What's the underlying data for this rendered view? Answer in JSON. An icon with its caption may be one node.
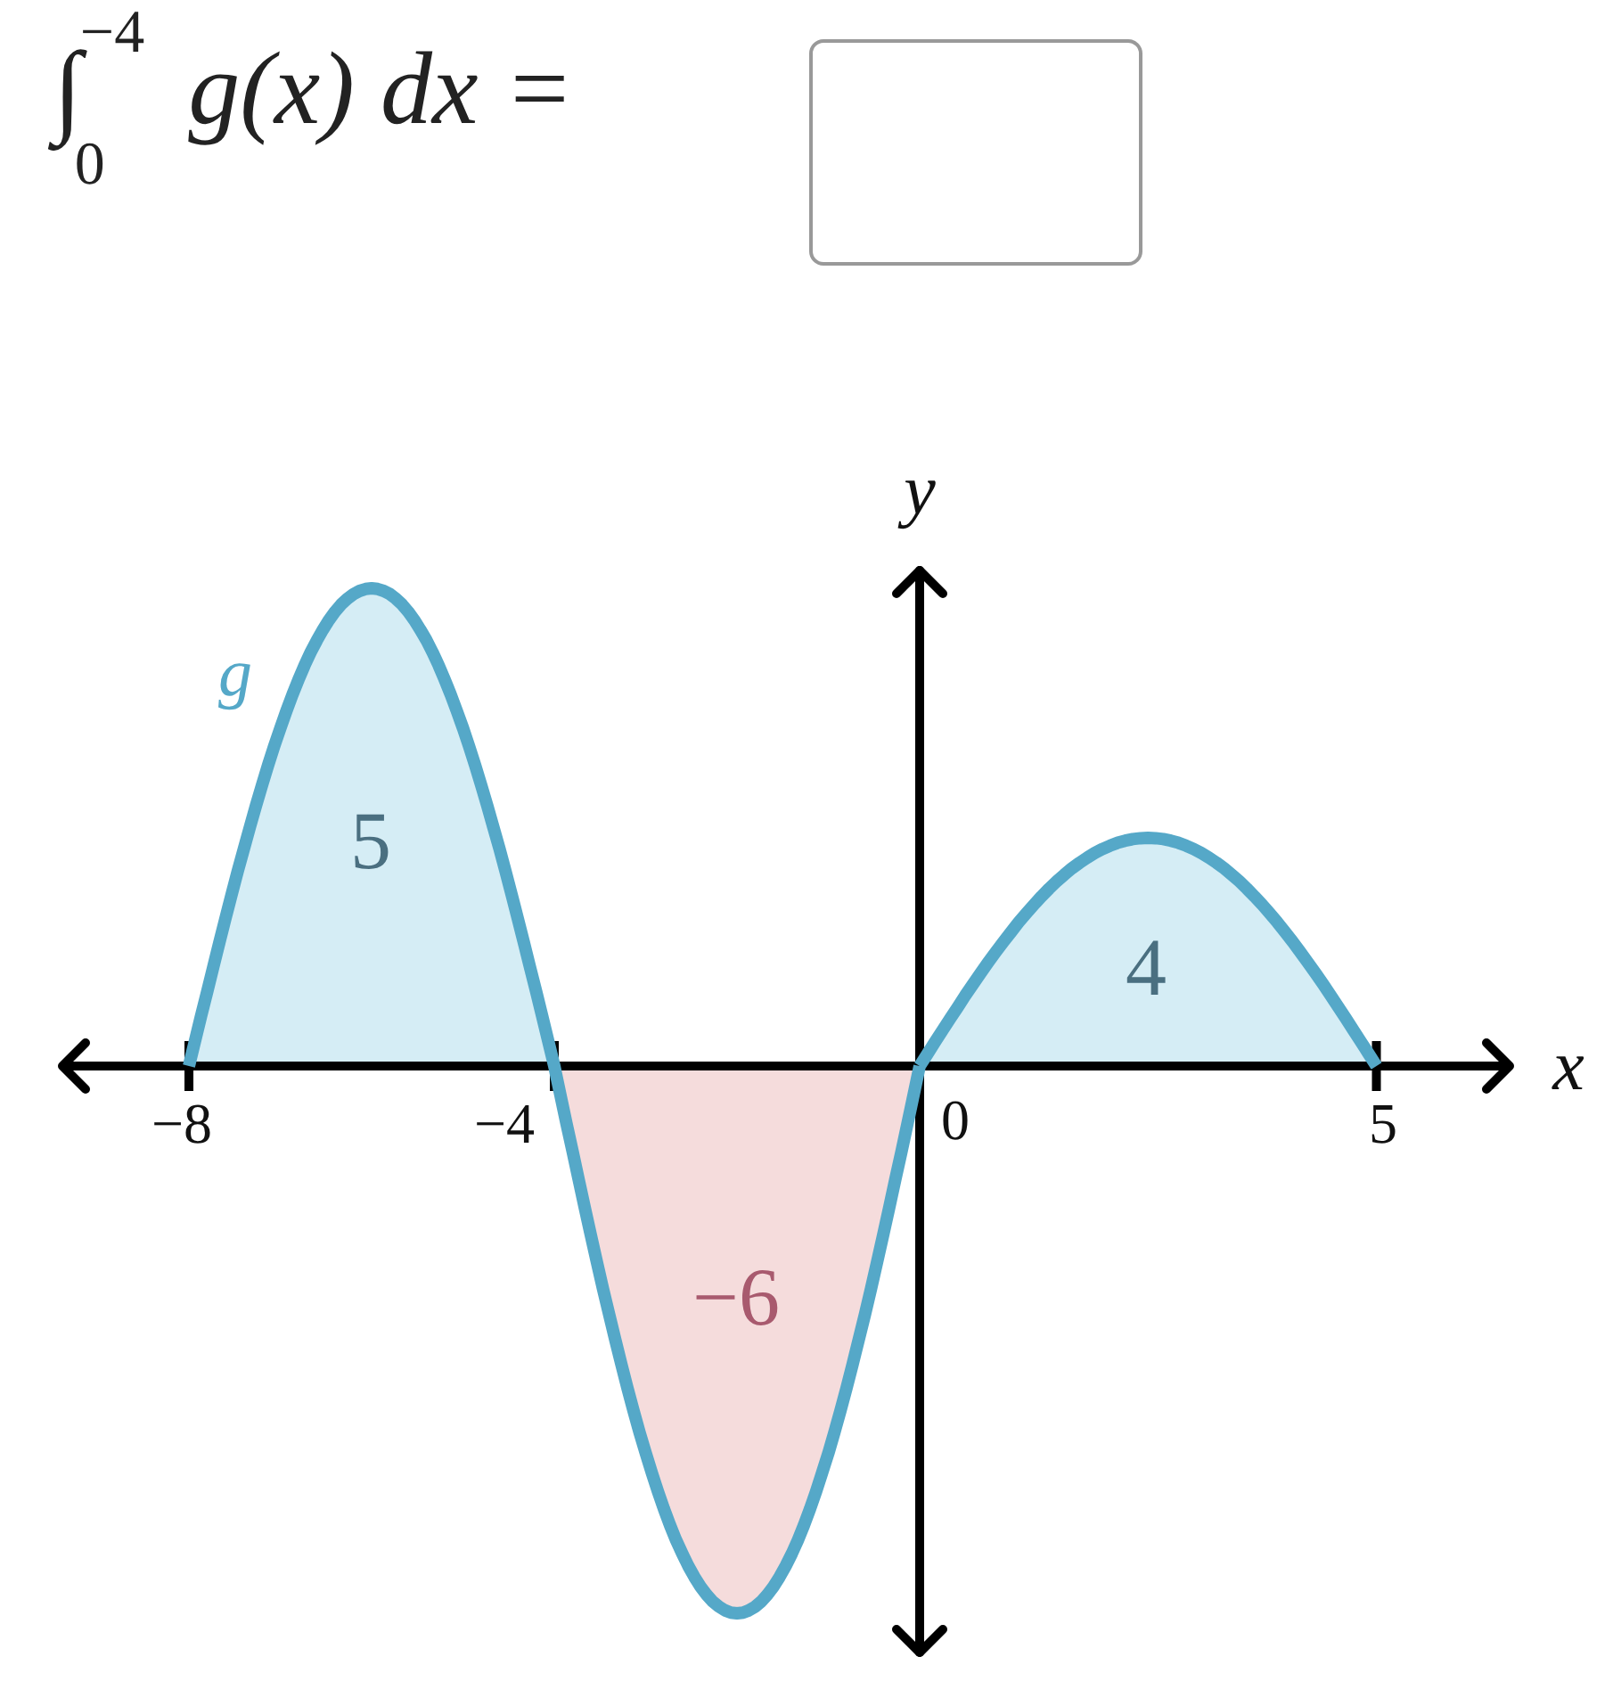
{
  "diagram": {
    "labels": [
      "∫$_{0}$$^{−4}$ g(x) dx =",
      "y",
      "g",
      "5",
      "4",
      "−6",
      "−8",
      "−4",
      "0",
      "5",
      "x"
    ]
  }
}
